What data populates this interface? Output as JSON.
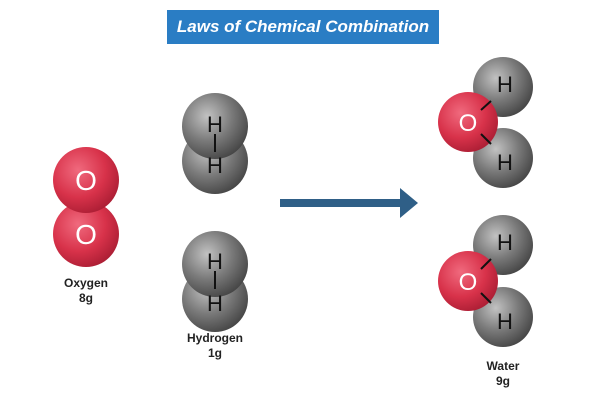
{
  "title": "Laws of Chemical Combination",
  "atoms": {
    "oxygen": "O",
    "hydrogen": "H"
  },
  "reactants": [
    {
      "name": "Oxygen",
      "mass": "8g"
    },
    {
      "name": "Hydrogen",
      "mass": "1g"
    }
  ],
  "product": {
    "name": "Water",
    "mass": "9g"
  },
  "colors": {
    "title_bg": "#2a7dc4",
    "oxygen": "#d8324a",
    "hydrogen": "#6a6a6a",
    "arrow": "#2f5f87"
  }
}
